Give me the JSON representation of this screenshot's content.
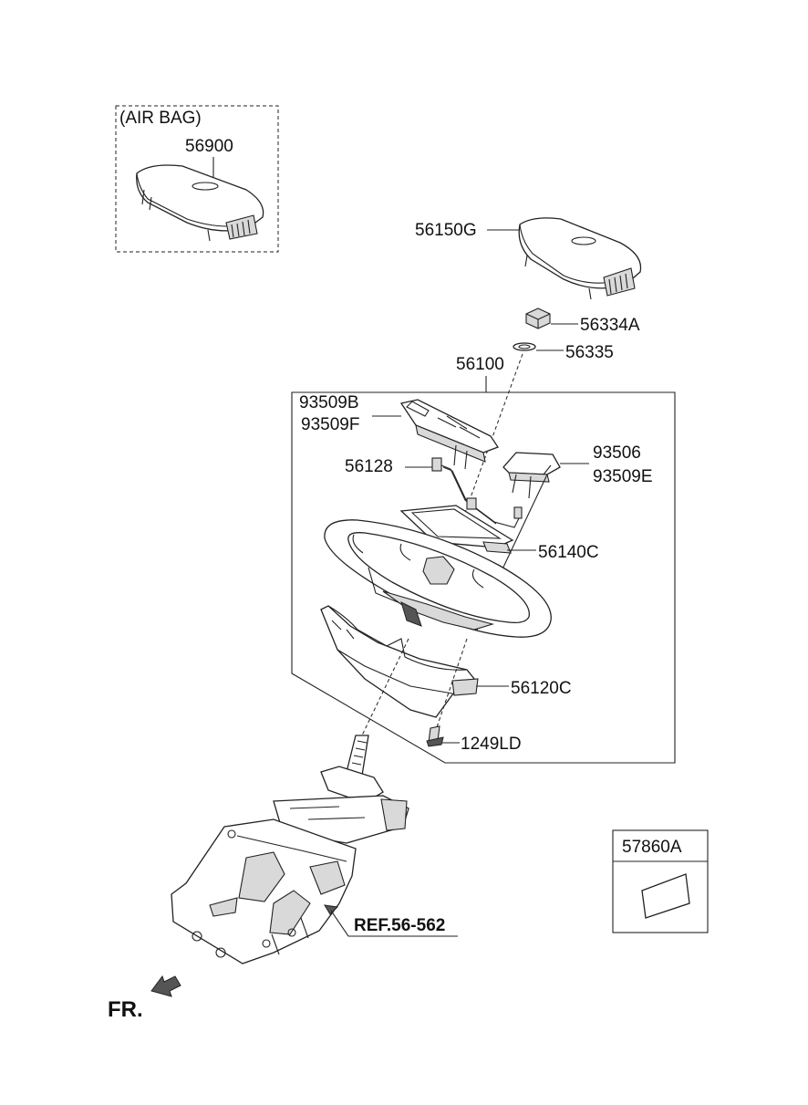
{
  "airbag_group": {
    "label": "(AIR BAG)",
    "part_number": "56900"
  },
  "callouts": {
    "horn_pad": "56150G",
    "nut": "56334A",
    "washer": "56335",
    "wheel_assy": "56100",
    "switch_left_a": "93509B",
    "switch_left_b": "93509F",
    "switch_right_a": "93506",
    "switch_right_b": "93509E",
    "wiring": "56128",
    "clock_spring": "56140C",
    "lower_cover": "56120C",
    "screw": "1249LD"
  },
  "reference": "REF.56-562",
  "label_box": {
    "part_number": "57860A"
  },
  "front_indicator": "FR."
}
